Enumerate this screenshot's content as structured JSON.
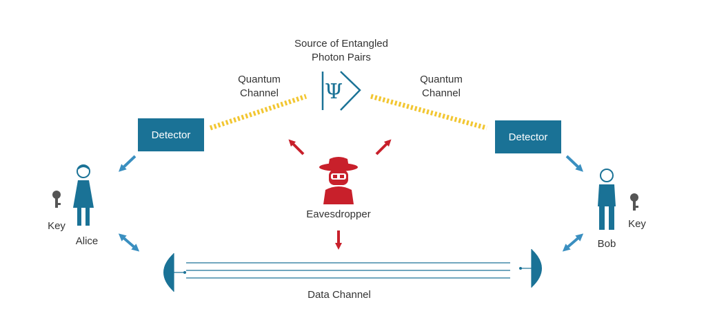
{
  "source": {
    "line1": "Source of Entangled",
    "line2": "Photon Pairs",
    "symbol": "Ψ"
  },
  "quantum_channel_left": {
    "line1": "Quantum",
    "line2": "Channel"
  },
  "quantum_channel_right": {
    "line1": "Quantum",
    "line2": "Channel"
  },
  "detector_left": {
    "label": "Detector"
  },
  "detector_right": {
    "label": "Detector"
  },
  "eavesdropper": {
    "label": "Eavesdropper"
  },
  "alice": {
    "name": "Alice",
    "key_label": "Key"
  },
  "bob": {
    "name": "Bob",
    "key_label": "Key"
  },
  "data_channel": {
    "label": "Data Channel"
  },
  "colors": {
    "blue": "#1a7296",
    "arrow_blue": "#3a8fc0",
    "red": "#c8202b",
    "yellow": "#f2c631",
    "key_gray": "#555555",
    "text": "#333333"
  }
}
